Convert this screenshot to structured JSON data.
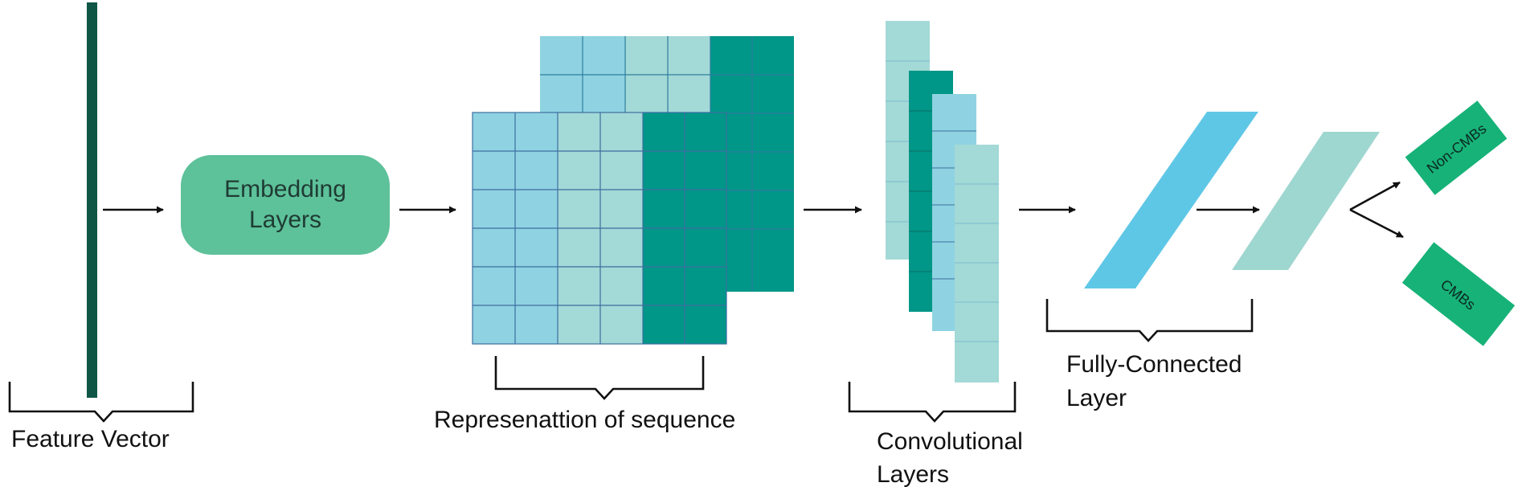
{
  "labels": {
    "feature_vector": "Feature Vector",
    "embedding": "Embedding\nLayers",
    "representation": "Represenattion of sequence",
    "convolutional_1": "Convolutional",
    "convolutional_2": "Layers",
    "fully_connected_1": "Fully-Connected",
    "fully_connected_2": "Layer",
    "output_non_cmbs": "Non-CMBs",
    "output_cmbs": "CMBs"
  },
  "colors": {
    "feature_vector": "#0f5647",
    "embedding": "#5dc19a",
    "light_blue": "#8fd3e2",
    "light_teal": "#a3d9d6",
    "dark_teal": "#009688",
    "fc_blue": "#5fc7e6",
    "fc_teal": "#9ed6d0",
    "output": "#17b278",
    "grid_line": "#3d6fa0",
    "arrow": "#111111"
  }
}
